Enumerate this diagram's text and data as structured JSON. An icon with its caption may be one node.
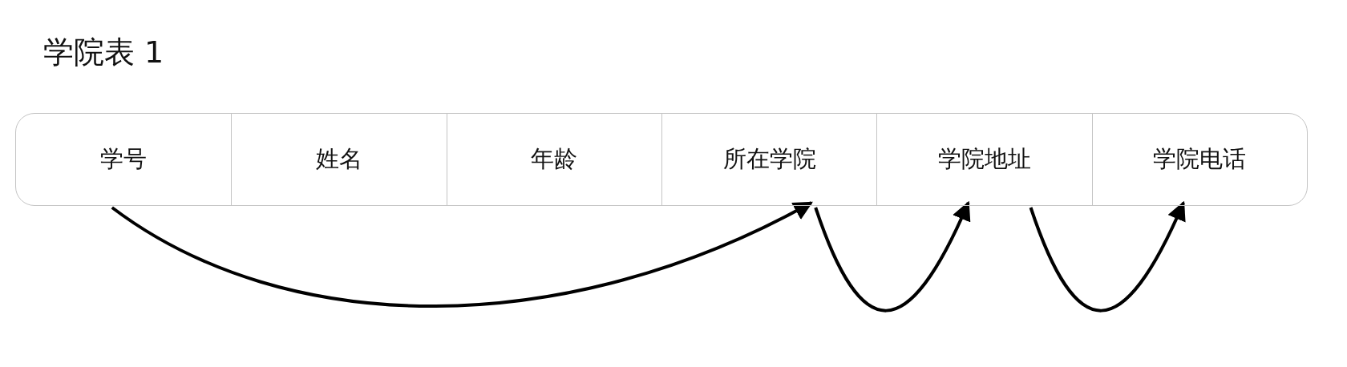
{
  "diagram": {
    "title": "学院表 1",
    "nodes": [
      {
        "text": [
          "学号"
        ]
      },
      {
        "text": [
          "姓名"
        ]
      },
      {
        "text": [
          "年龄"
        ]
      },
      {
        "text": [
          "所在学院"
        ]
      },
      {
        "text": [
          "学院地址"
        ]
      },
      {
        "text": [
          "学院电话"
        ]
      }
    ],
    "edges": [
      {
        "from": 0,
        "to": 3,
        "arrow": "to"
      },
      {
        "from": 3,
        "to": 4,
        "arrow": "to"
      },
      {
        "from": 4,
        "to": 5,
        "arrow": "to"
      }
    ]
  }
}
